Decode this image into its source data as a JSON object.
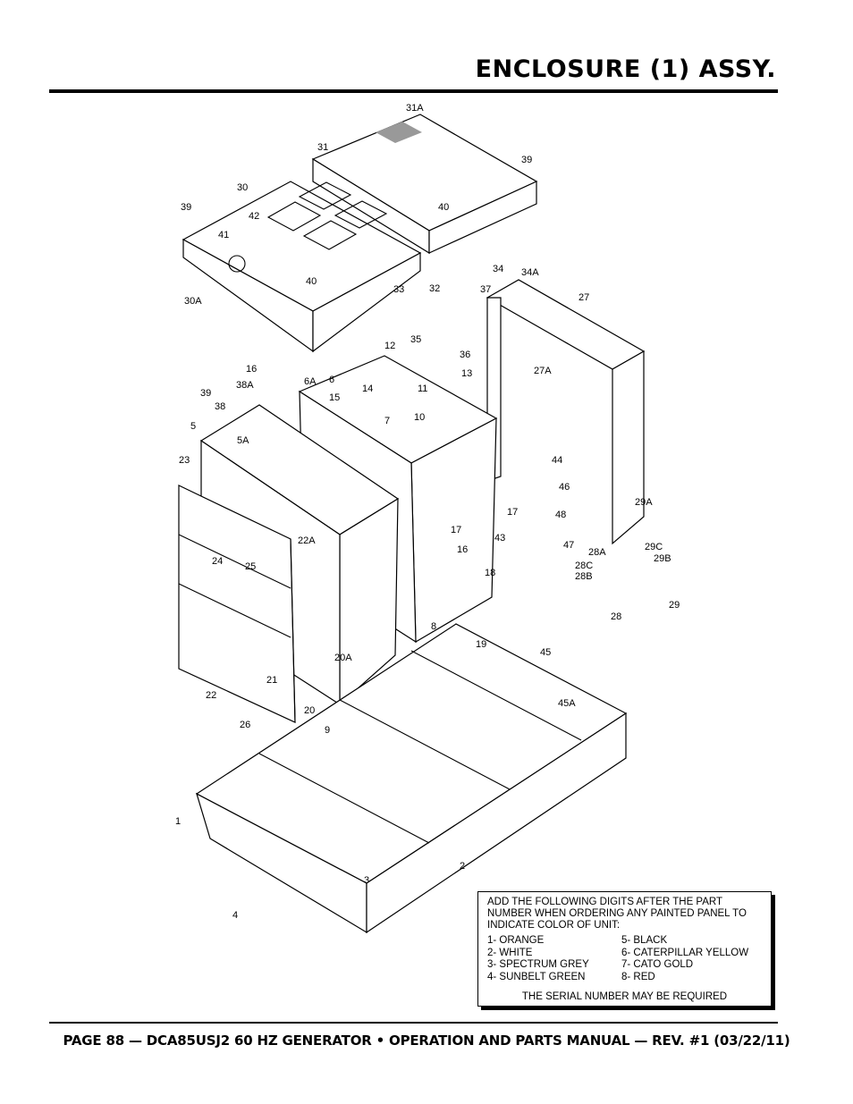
{
  "header": {
    "title": "ENCLOSURE (1) ASSY."
  },
  "diagram": {
    "callouts": [
      "31A",
      "31",
      "39",
      "30",
      "42",
      "41",
      "40",
      "39",
      "30A",
      "40",
      "33",
      "32",
      "34",
      "34A",
      "37",
      "27",
      "35",
      "36",
      "12",
      "13",
      "16",
      "6",
      "38A",
      "6A",
      "39",
      "38",
      "14",
      "15",
      "11",
      "7",
      "10",
      "5",
      "5A",
      "23",
      "27A",
      "44",
      "46",
      "17",
      "17",
      "48",
      "43",
      "47",
      "29A",
      "28A",
      "29C",
      "29B",
      "16",
      "18",
      "22A",
      "24",
      "25",
      "28C",
      "28B",
      "29",
      "28",
      "8",
      "19",
      "20A",
      "21",
      "22",
      "20",
      "45",
      "45A",
      "26",
      "9",
      "1",
      "2",
      "3",
      "4"
    ]
  },
  "note": {
    "intro": "ADD THE FOLLOWING DIGITS AFTER THE PART NUMBER WHEN ORDERING ANY PAINTED PANEL TO INDICATE COLOR OF UNIT:",
    "col1": [
      "1- ORANGE",
      "2- WHITE",
      "3- SPECTRUM GREY",
      "4- SUNBELT GREEN"
    ],
    "col2": [
      "5- BLACK",
      "6- CATERPILLAR YELLOW",
      "7- CATO GOLD",
      "8- RED"
    ],
    "serial": "THE SERIAL NUMBER MAY BE REQUIRED"
  },
  "footer": {
    "text": "PAGE 88 — DCA85USJ2 60 HZ GENERATOR • OPERATION AND PARTS MANUAL — REV. #1 (03/22/11)"
  }
}
